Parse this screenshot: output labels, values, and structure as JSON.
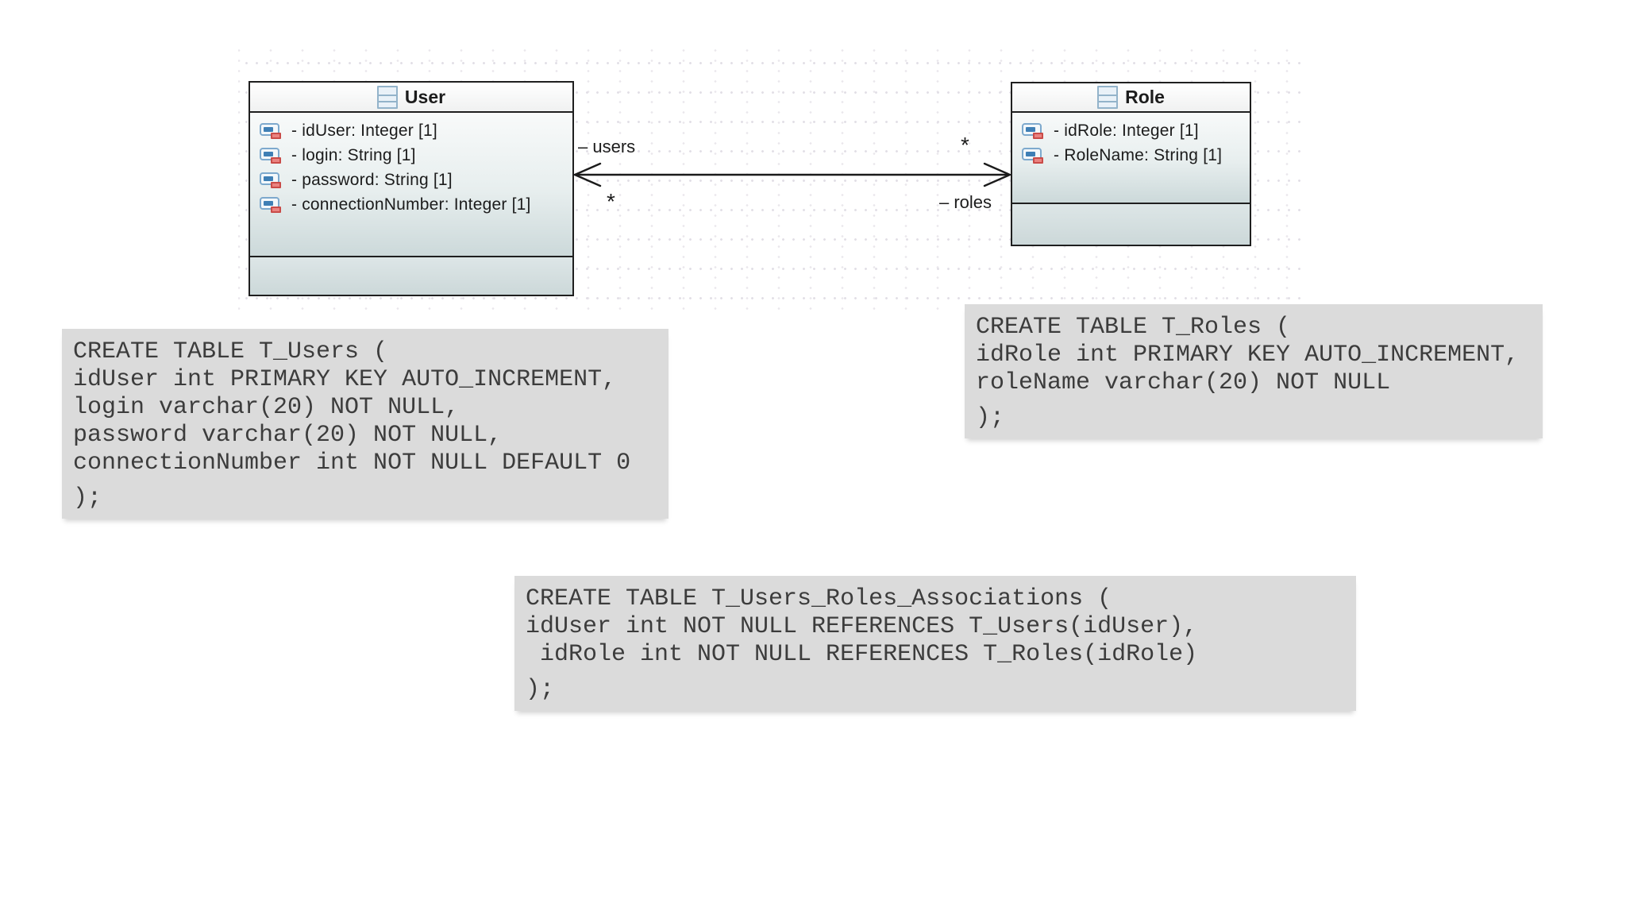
{
  "diagram": {
    "user_class": {
      "title": "User",
      "attributes": [
        "- idUser: Integer [1]",
        "- login: String [1]",
        "- password: String [1]",
        "- connectionNumber: Integer [1]"
      ]
    },
    "role_class": {
      "title": "Role",
      "attributes": [
        "- idRole: Integer [1]",
        "- RoleName: String [1]"
      ]
    },
    "association": {
      "source_role": "– users",
      "source_multiplicity": "*",
      "target_multiplicity": "*",
      "target_role": "– roles"
    }
  },
  "sql": {
    "t_users": {
      "lines": [
        "CREATE TABLE T_Users (",
        "idUser int PRIMARY KEY AUTO_INCREMENT,",
        "login varchar(20) NOT NULL,",
        "password varchar(20) NOT NULL,",
        "connectionNumber int NOT NULL DEFAULT 0"
      ],
      "closing": ");"
    },
    "t_roles": {
      "lines": [
        "CREATE TABLE T_Roles (",
        "idRole int PRIMARY KEY AUTO_INCREMENT,",
        "roleName varchar(20) NOT NULL"
      ],
      "closing": ");"
    },
    "t_users_roles_associations": {
      "lines": [
        "CREATE TABLE T_Users_Roles_Associations (",
        "idUser int NOT NULL REFERENCES T_Users(idUser),",
        " idRole int NOT NULL REFERENCES T_Roles(idRole)"
      ],
      "closing": ");"
    }
  },
  "colors": {
    "sql_block_background": "#dbdbdb",
    "class_border": "#1f1f1f",
    "class_body_fill": "#ccd9da",
    "class_icon_blue": "#93b3ca",
    "attribute_icon_blue": "#3f7fb5",
    "attribute_icon_red": "#c94b48",
    "canvas_grid_dot": "#e2dfe6"
  }
}
